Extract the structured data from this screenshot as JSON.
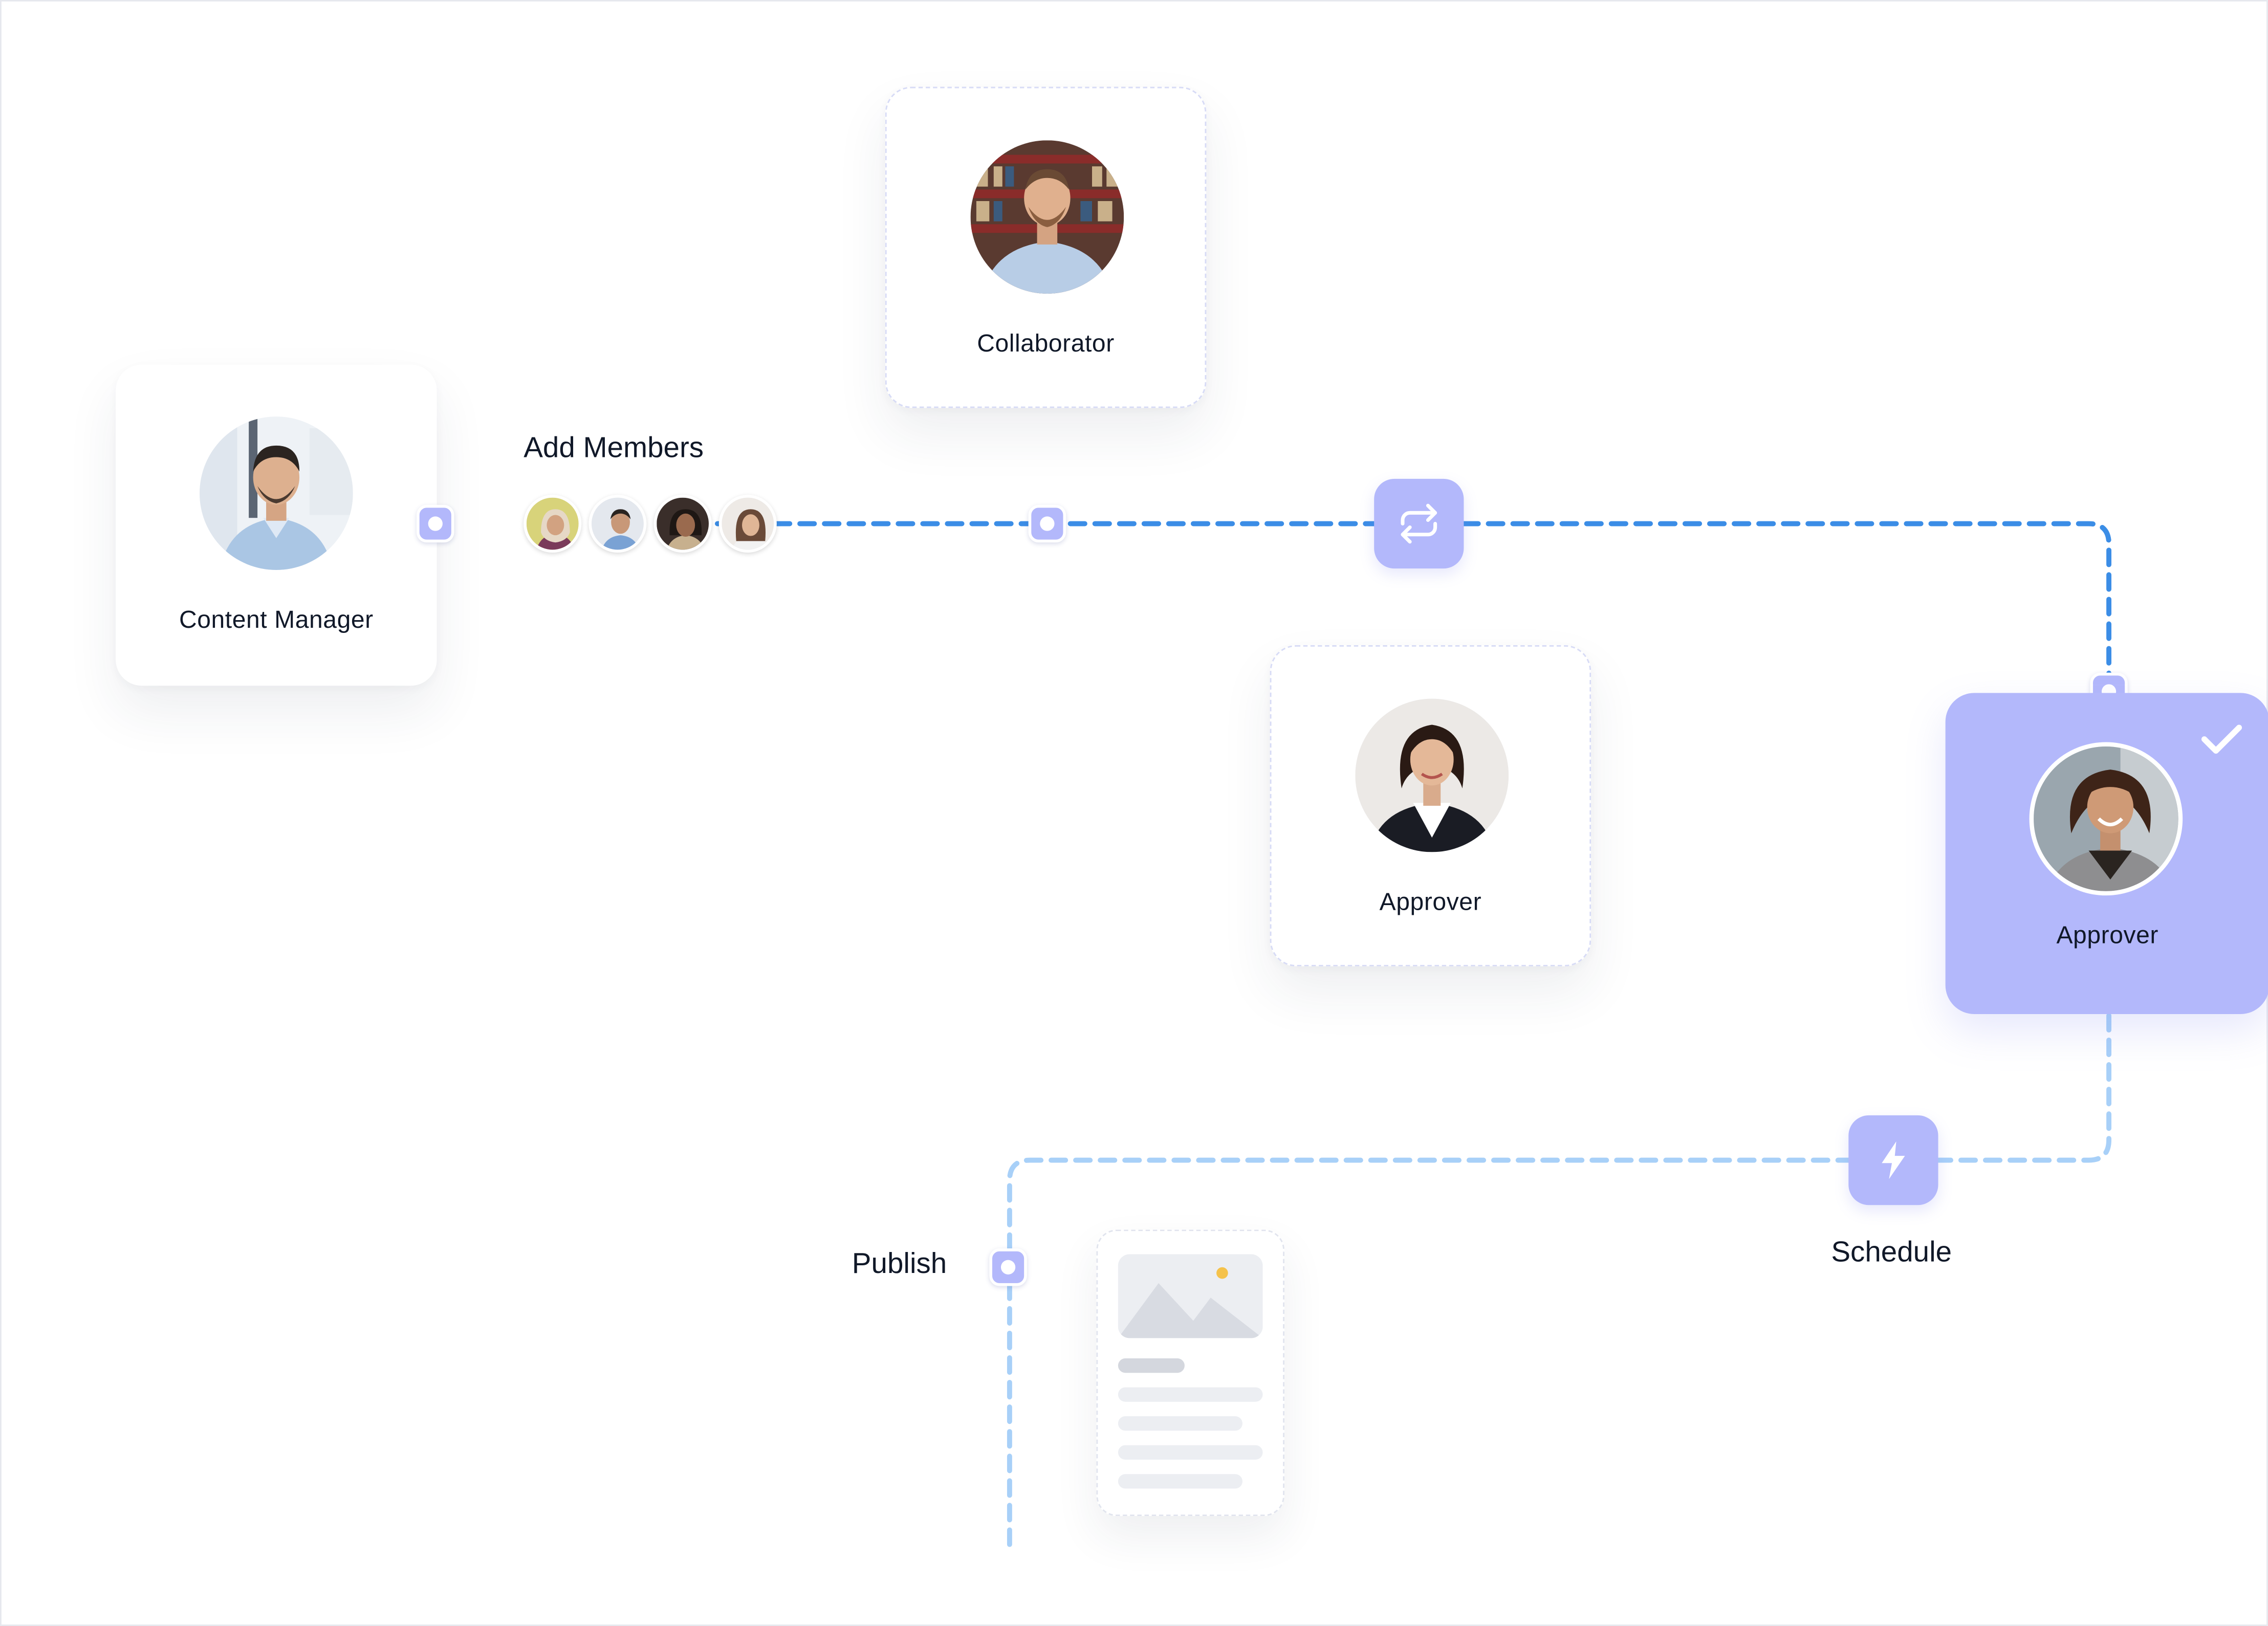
{
  "nodes": {
    "content_manager": {
      "role": "Content Manager"
    },
    "collaborator": {
      "role": "Collaborator"
    },
    "approver_1": {
      "role": "Approver"
    },
    "approver_2": {
      "role": "Approver",
      "selected": true
    }
  },
  "labels": {
    "add_members": "Add Members",
    "publish": "Publish",
    "schedule": "Schedule"
  },
  "members": [
    {
      "name": "member-1"
    },
    {
      "name": "member-2"
    },
    {
      "name": "member-3"
    },
    {
      "name": "member-4"
    }
  ],
  "icons": {
    "repeat": "repeat-icon",
    "bolt": "lightning-bolt-icon",
    "check": "checkmark-icon",
    "image": "image-placeholder-icon"
  },
  "colors": {
    "accent": "#b3b8fb",
    "flow_dark": "#3b8de6",
    "flow_light": "#a8d0f8",
    "card_border": "#d7dbf6"
  }
}
